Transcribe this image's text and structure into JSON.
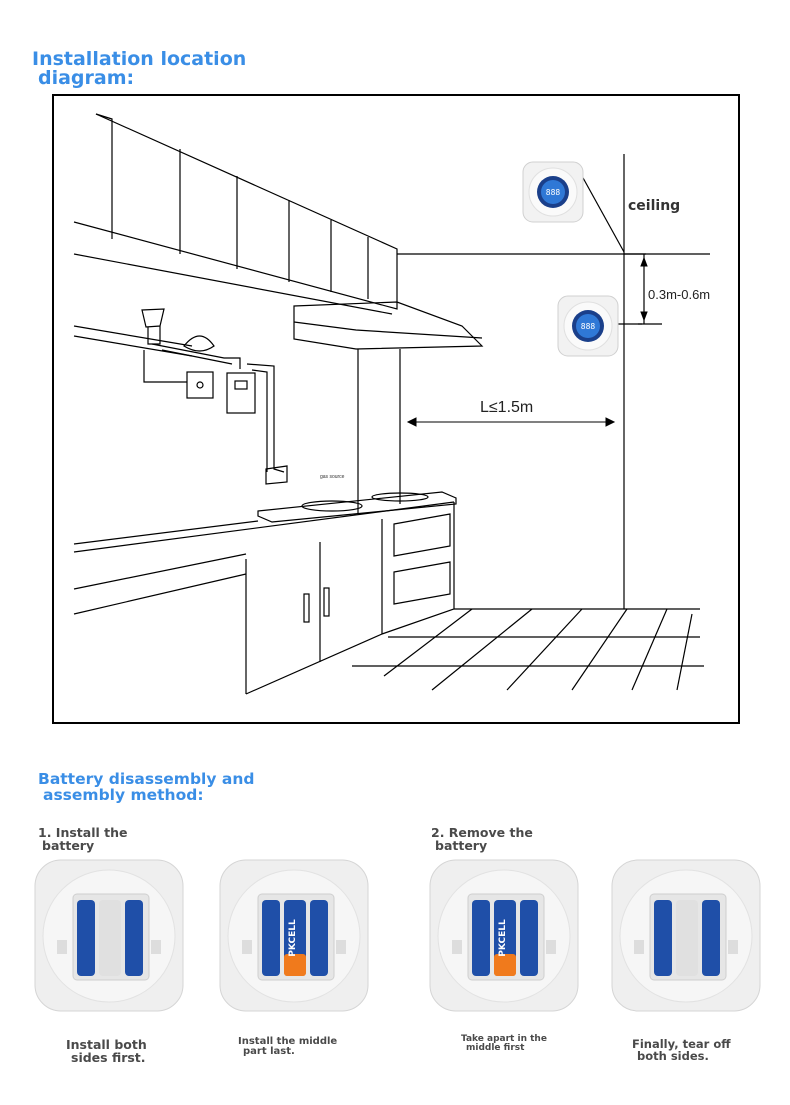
{
  "installation": {
    "title_line1": "Installation location",
    "title_line2": "diagram:",
    "ceiling_label": "ceiling",
    "height_range_label": "0.3m-0.6m",
    "distance_label": "L≤1.5m",
    "gas_source_label": "gas source",
    "detector_display": "888"
  },
  "battery": {
    "title_line1": "Battery disassembly and",
    "title_line2": "assembly method:",
    "step1": {
      "line1": "1. Install the",
      "line2": "battery"
    },
    "step2": {
      "line1": "2. Remove the",
      "line2": "battery"
    },
    "brand_text": "PKCELL",
    "panels": [
      {
        "line1": "Install both",
        "line2": "sides first."
      },
      {
        "line1": "Install the middle",
        "line2": "part last."
      },
      {
        "line1": "Take apart in the",
        "line2": "middle first"
      },
      {
        "line1": "Finally, tear off",
        "line2": "both sides."
      }
    ]
  },
  "colors": {
    "accent": "#3a8ee6",
    "caption": "#4a4a4a",
    "battery_blue": "#1f4fa8",
    "battery_orange": "#f07a1c"
  }
}
